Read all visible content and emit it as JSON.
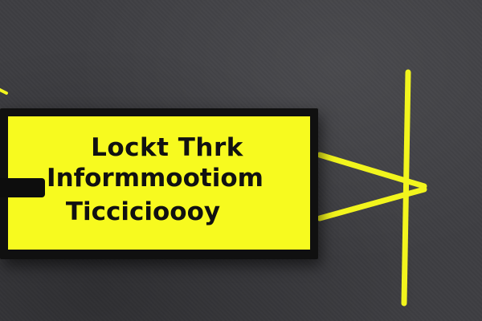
{
  "sign": {
    "line_1": "Lockt Thrk",
    "line_2": "Informmootiom",
    "line_3": "Ticcicioooy"
  },
  "colors": {
    "background": "#3e3e42",
    "sign_face": "#f7fa1f",
    "sign_border": "#101010",
    "text": "#111111",
    "arrow": "#f2f51d"
  }
}
